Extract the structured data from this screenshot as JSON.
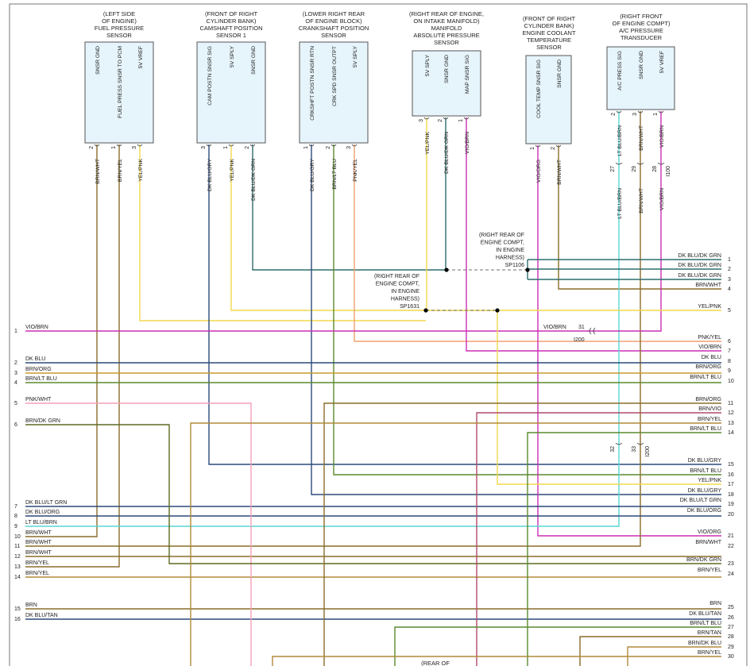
{
  "components": [
    {
      "caption": [
        "(LEFT SIDE",
        "OF ENGINE)",
        "FUEL PRESSURE",
        "SENSOR"
      ],
      "pins": [
        {
          "label": "SNSR GND",
          "num": "2",
          "wire": "BRN/WHT"
        },
        {
          "label": "FUEL PRESS SNSR TO PCM",
          "num": "1",
          "wire": "BRN/YEL"
        },
        {
          "label": "5V VREF",
          "num": "3",
          "wire": "YEL/PNK"
        }
      ]
    },
    {
      "caption": [
        "(FRONT OF RIGHT",
        "CYLINDER BANK)",
        "CAMSHAFT POSITION",
        "SENSOR 1"
      ],
      "pins": [
        {
          "label": "CAM POSTN SNSR SIG",
          "num": "3",
          "wire": "DK BLU/GRY"
        },
        {
          "label": "5V SPLY",
          "num": "1",
          "wire": "YEL/PNK"
        },
        {
          "label": "SNSR GND",
          "num": "2",
          "wire": "DK BLU/DK GRN"
        }
      ]
    },
    {
      "caption": [
        "(LOWER RIGHT REAR",
        "OF ENGINE BLOCK)",
        "CRANKSHAFT POSITION",
        "SENSOR"
      ],
      "pins": [
        {
          "label": "CRKSHFT POSTN SNSR RTN",
          "num": "1",
          "wire": "DK BLU/GRY"
        },
        {
          "label": "CRK SPD SNSR OUTPT",
          "num": "2",
          "wire": "BRN/LT BLU"
        },
        {
          "label": "5V SPLY",
          "num": "3",
          "wire": "PNK/YEL"
        }
      ]
    },
    {
      "caption": [
        "(RIGHT REAR OF ENGINE,",
        "ON INTAKE MANIFOLD)",
        "MANIFOLD",
        "ABSOLUTE PRESSURE",
        "SENSOR"
      ],
      "pins": [
        {
          "label": "5V SPLY",
          "num": "3",
          "wire": "YEL/PNK"
        },
        {
          "label": "SNSR GND",
          "num": "2",
          "wire": "DK BLU/DK GRN"
        },
        {
          "label": "MAP SNSR SIG",
          "num": "1",
          "wire": "VIO/BRN"
        }
      ]
    },
    {
      "caption": [
        "(FRONT OF RIGHT",
        "CYLINDER BANK)",
        "ENGINE COOLANT",
        "TEMPERATURE",
        "SENSOR"
      ],
      "pins": [
        {
          "label": "COOL TEMP SNSR SIG",
          "num": "1",
          "wire": "VIO/ORG"
        },
        {
          "label": "SNSR GND",
          "num": "2",
          "wire": "BRN/WHT"
        }
      ]
    },
    {
      "caption": [
        "(RIGHT FRONT",
        "OF ENGINE COMPT)",
        "A/C PRESSURE",
        "TRANSDUCER"
      ],
      "pins": [
        {
          "label": "A/C PRESS SIG",
          "num": "2",
          "wire": "LT BLU/BRN"
        },
        {
          "label": "SNSR GND",
          "num": "3",
          "wire": "BRN/WHT"
        },
        {
          "label": "5V VREF",
          "num": "1",
          "wire": "VIO/BRN"
        }
      ]
    }
  ],
  "ac_connector": {
    "pins": [
      "27",
      "29",
      "28"
    ],
    "name": "I100",
    "wires": [
      "LT BLU/BRN",
      "BRN/WHT",
      "VIO/BRN"
    ]
  },
  "lower_connector": {
    "pins": [
      "32",
      "33"
    ],
    "name": "I200"
  },
  "mid_connector": {
    "pin": "31",
    "name": "I200",
    "wire": "VIO/BRN"
  },
  "splices": {
    "sp1106": [
      "(RIGHT REAR OF",
      "ENGINE COMPT,",
      "IN ENGINE",
      "HARNESS)",
      "SP1106"
    ],
    "sp1631": [
      "(RIGHT REAR OF",
      "ENGINE COMPT,",
      "IN ENGINE",
      "HARNESS)",
      "SP1631"
    ],
    "bottom": [
      "(REAR OF"
    ]
  },
  "left_rows": [
    {
      "n": "1",
      "w": "VIO/BRN"
    },
    {
      "n": "2",
      "w": "DK BLU"
    },
    {
      "n": "3",
      "w": "BRN/ORG"
    },
    {
      "n": "4",
      "w": "BRN/LT BLU"
    },
    {
      "n": "5",
      "w": "PNK/WHT"
    },
    {
      "n": "6",
      "w": "BRN/DK GRN"
    },
    {
      "n": "7",
      "w": "DK BLU/LT GRN"
    },
    {
      "n": "8",
      "w": "DK BLU/ORG"
    },
    {
      "n": "9",
      "w": "LT BLU/BRN"
    },
    {
      "n": "10",
      "w": "BRN/WHT"
    },
    {
      "n": "11",
      "w": "BRN/WHT"
    },
    {
      "n": "12",
      "w": "BRN/WHT"
    },
    {
      "n": "13",
      "w": "BRN/YEL"
    },
    {
      "n": "14",
      "w": "BRN/YEL"
    },
    {
      "n": "15",
      "w": "BRN"
    },
    {
      "n": "16",
      "w": "DK BLU/TAN"
    }
  ],
  "right_rows": [
    {
      "n": "1",
      "w": "DK BLU/DK GRN"
    },
    {
      "n": "2",
      "w": "DK BLU/DK GRN"
    },
    {
      "n": "3",
      "w": "DK BLU/DK GRN"
    },
    {
      "n": "4",
      "w": "BRN/WHT"
    },
    {
      "n": "5",
      "w": "YEL/PNK"
    },
    {
      "n": "6",
      "w": "PNK/YEL"
    },
    {
      "n": "7",
      "w": "VIO/BRN"
    },
    {
      "n": "8",
      "w": "DK BLU"
    },
    {
      "n": "9",
      "w": "BRN/ORG"
    },
    {
      "n": "10",
      "w": "BRN/LT BLU"
    },
    {
      "n": "11",
      "w": "BRN/ORG"
    },
    {
      "n": "12",
      "w": "BRN/VIO"
    },
    {
      "n": "13",
      "w": "BRN/YEL"
    },
    {
      "n": "14",
      "w": "BRN/LT BLU"
    },
    {
      "n": "15",
      "w": "DK BLU/GRY"
    },
    {
      "n": "16",
      "w": "BRN/LT BLU"
    },
    {
      "n": "17",
      "w": "YEL/PNK"
    },
    {
      "n": "18",
      "w": "DK BLU/GRY"
    },
    {
      "n": "19",
      "w": "DK BLU/LT GRN"
    },
    {
      "n": "20",
      "w": "DK BLU/ORG"
    },
    {
      "n": "21",
      "w": "VIO/ORG"
    },
    {
      "n": "22",
      "w": "BRN/WHT"
    },
    {
      "n": "23",
      "w": "BRN/DK GRN"
    },
    {
      "n": "24",
      "w": "BRN/YEL"
    },
    {
      "n": "25",
      "w": "BRN"
    },
    {
      "n": "26",
      "w": "DK BLU/TAN"
    },
    {
      "n": "27",
      "w": "BRN/LT BLU"
    },
    {
      "n": "28",
      "w": "BRN/TAN"
    },
    {
      "n": "29",
      "w": "BRN/DK BLU"
    },
    {
      "n": "30",
      "w": "BRN/YEL"
    }
  ],
  "colors": {
    "brn": "#8a6d2a",
    "yel": "#f2d94e",
    "dkblu": "#2c4a7a",
    "blugrn": "#2f6d6d",
    "vio": "#cc2fb5",
    "pnkyel": "#f0a070",
    "pnk": "#f4a0b8",
    "ltblu": "#58d6d6",
    "grn": "#5a8a2e",
    "dkgrn": "#5c6b22",
    "tan": "#b08a3a",
    "org": "#c89a2a",
    "brnvio": "#b04a6a"
  }
}
